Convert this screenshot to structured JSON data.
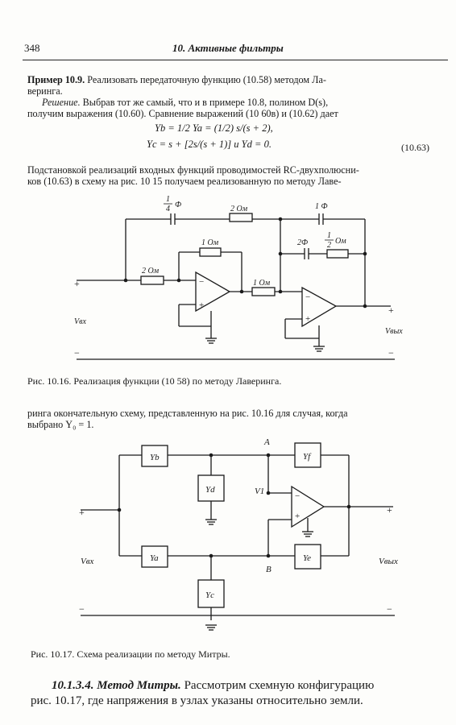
{
  "header": {
    "page_number": "348",
    "chapter": "10. Активные фильтры"
  },
  "example": {
    "title": "Пример 10.9.",
    "text_line1": "Реализовать передаточную функцию (10.58) методом Ла-",
    "text_line2": "веринга.",
    "solution_label": "Решение.",
    "solution_line1": "Выбрав тот же самый, что и в примере 10.8, полином D(s),",
    "solution_line2": "получим выражения (10.60). Сравнение выражений (10 60в) и (10.62) дает"
  },
  "equations": {
    "line1": "Yb = 1/2     Ya = (1/2) s/(s + 2),",
    "line2": "Yc = s + [2s/(s + 1)]   и   Yd = 0.",
    "number": "(10.63)"
  },
  "para2": {
    "line1": "Подстановкой реализаций входных функций проводимостей RC-двухполюсни-",
    "line2": "ков (10.63) в схему на рис. 10 15 получаем реализованную по методу Лаве-"
  },
  "fig1": {
    "labels": {
      "cap_quarter_num": "1",
      "cap_quarter_den": "4",
      "cap_quarter_unit": "Ф",
      "r_top": "2 Ом",
      "cap_1f": "1 Ф",
      "r_fb": "1 Ом",
      "cap_2f": "2Ф",
      "r_half_num": "1",
      "r_half_den": "2",
      "r_half_unit": "Ом",
      "r_in": "2 Ом",
      "r_mid": "1 Ом",
      "v_in": "Vвх",
      "v_out": "Vвых",
      "plus": "+",
      "minus": "−"
    },
    "caption": "Рис. 10.16. Реализация функции (10 58) по методу Лаверинга."
  },
  "para3": {
    "line1": "ринга окончательную схему, представленную на рис. 10.16 для случая, когда",
    "line2": "выбрано Y₀ = 1."
  },
  "fig2": {
    "labels": {
      "yb": "Yb",
      "yd": "Yd",
      "ya": "Ya",
      "yc": "Yc",
      "yf": "Yf",
      "ye": "Ye",
      "node_a": "A",
      "node_b": "B",
      "v1": "V1",
      "v_in": "Vвх",
      "v_out": "Vвых",
      "plus": "+",
      "minus": "−"
    },
    "caption": "Рис. 10.17. Схема реализации по методу Митры."
  },
  "section": {
    "number_title": "10.1.3.4. Метод Митры.",
    "line1_rest": "Рассмотрим схемную конфигурацию",
    "line2": "рис. 10.17, где напряжения в узлах указаны относительно земли."
  }
}
